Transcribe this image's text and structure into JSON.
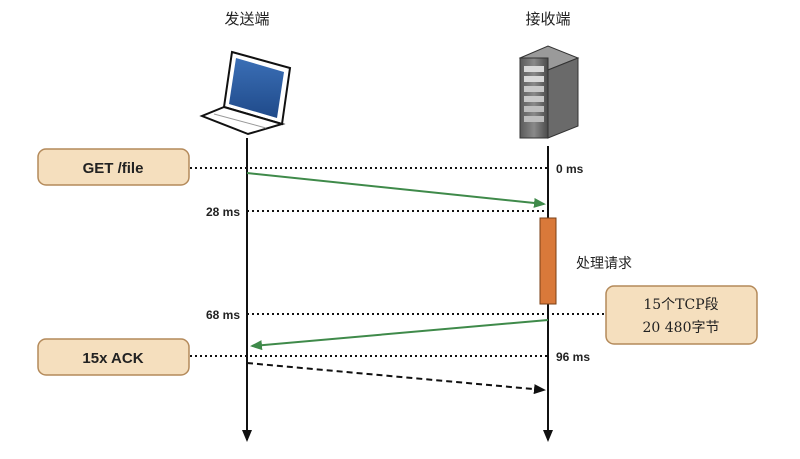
{
  "colors": {
    "box_fill": "#f5dfbe",
    "box_stroke": "#b48a5a",
    "green_arrow": "#3f8a4a",
    "processing_bar": "#d9793a",
    "lifeline": "#111111"
  },
  "sender": {
    "title": "发送端",
    "icon": "laptop-icon"
  },
  "receiver": {
    "title": "接收端",
    "icon": "server-icon"
  },
  "request_box": {
    "label": "GET /file"
  },
  "ack_box": {
    "label": "15x ACK"
  },
  "response_box": {
    "line1": "15个TCP段",
    "line2": "20 480字节"
  },
  "processing_label": "处理请求",
  "timestamps": {
    "t0": "0 ms",
    "t28": "28 ms",
    "t68": "68 ms",
    "t96": "96 ms"
  }
}
